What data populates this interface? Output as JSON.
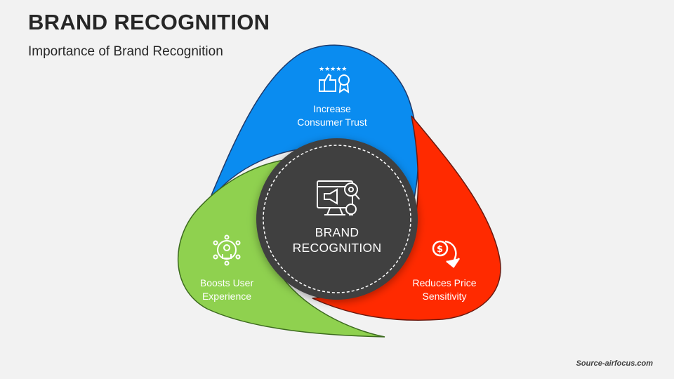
{
  "header": {
    "title": "BRAND RECOGNITION",
    "subtitle": "Importance of Brand Recognition"
  },
  "center": {
    "line1": "BRAND",
    "line2": "RECOGNITION",
    "icon": "monitor-megaphone-eye-bulb-icon"
  },
  "petals": [
    {
      "line1": "Increase",
      "line2": "Consumer Trust",
      "color": "#0a8cf0",
      "icon": "thumbs-up-award-icon"
    },
    {
      "line1": "Reduces Price",
      "line2": "Sensitivity",
      "color": "#ff2a00",
      "icon": "dollar-down-arrow-icon"
    },
    {
      "line1": "Boosts User",
      "line2": "Experience",
      "color": "#8fd14f",
      "icon": "head-network-icon"
    }
  ],
  "footer": {
    "source": "Source-airfocus.com"
  }
}
